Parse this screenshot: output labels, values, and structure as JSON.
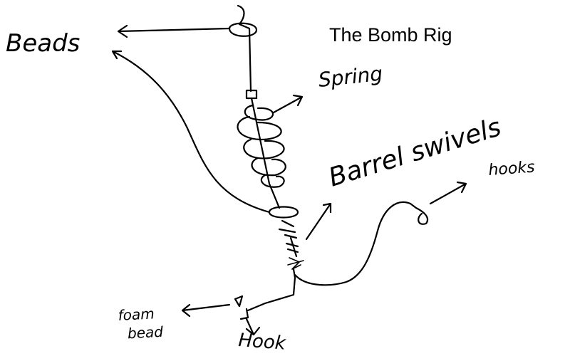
{
  "title": "The Bomb Rig",
  "labels": {
    "beads": "Beads",
    "spring": "Spring",
    "barrel_swivels": "Barrel swivels",
    "hooks_right": "hooks",
    "foam_bead": "foam bead",
    "hook_bottom": "Hook"
  },
  "colors": {
    "ink": "#000000",
    "background": "#ffffff"
  }
}
